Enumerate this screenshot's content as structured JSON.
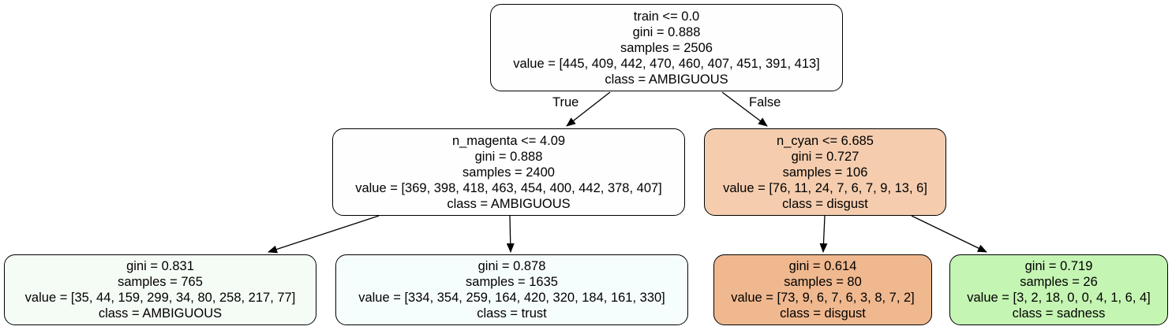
{
  "nodes": [
    {
      "id": "root",
      "split": "train <= 0.0",
      "gini": "gini = 0.888",
      "samples": "samples = 2506",
      "value": "value = [445, 409, 442, 470, 460, 407, 451, 391, 413]",
      "class": "class = AMBIGUOUS",
      "fill": "#fefefe"
    },
    {
      "id": "left",
      "split": "n_magenta <= 4.09",
      "gini": "gini = 0.888",
      "samples": "samples = 2400",
      "value": "value = [369, 398, 418, 463, 454, 400, 442, 378, 407]",
      "class": "class = AMBIGUOUS",
      "fill": "#fefefe"
    },
    {
      "id": "right",
      "split": "n_cyan <= 6.685",
      "gini": "gini = 0.727",
      "samples": "samples = 106",
      "value": "value = [76, 11, 24, 7, 6, 7, 9, 13, 6]",
      "class": "class = disgust",
      "fill": "#f5cdae"
    },
    {
      "id": "leaf1",
      "gini": "gini = 0.831",
      "samples": "samples = 765",
      "value": "value = [35, 44, 159, 299, 34, 80, 258, 217, 77]",
      "class": "class = AMBIGUOUS",
      "fill": "#f5fbf5"
    },
    {
      "id": "leaf2",
      "gini": "gini = 0.878",
      "samples": "samples = 1635",
      "value": "value = [334, 354, 259, 164, 420, 320, 184, 161, 330]",
      "class": "class = trust",
      "fill": "#f6fdfd"
    },
    {
      "id": "leaf3",
      "gini": "gini = 0.614",
      "samples": "samples = 80",
      "value": "value = [73, 9, 6, 7, 6, 3, 8, 7, 2]",
      "class": "class = disgust",
      "fill": "#f0b88f"
    },
    {
      "id": "leaf4",
      "gini": "gini = 0.719",
      "samples": "samples = 26",
      "value": "value = [3, 2, 18, 0, 0, 4, 1, 6, 4]",
      "class": "class = sadness",
      "fill": "#c5f5b3"
    }
  ],
  "edge_labels": {
    "true": "True",
    "false": "False"
  },
  "colors": {
    "stroke": "#000000"
  }
}
